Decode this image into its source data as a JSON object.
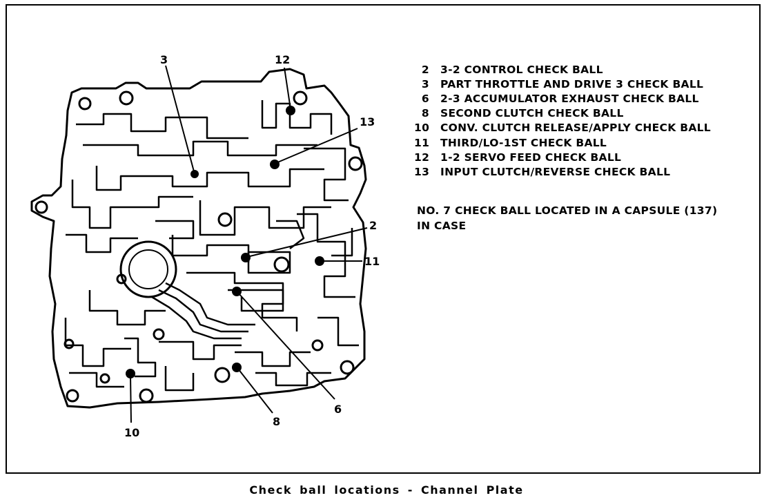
{
  "diagram": {
    "callouts": [
      {
        "id": "3",
        "label": "3"
      },
      {
        "id": "12",
        "label": "12"
      },
      {
        "id": "13",
        "label": "13"
      },
      {
        "id": "2",
        "label": "2"
      },
      {
        "id": "11",
        "label": "11"
      },
      {
        "id": "6",
        "label": "6"
      },
      {
        "id": "8",
        "label": "8"
      },
      {
        "id": "10",
        "label": "10"
      }
    ]
  },
  "legend": {
    "items": [
      {
        "num": "2",
        "text": "3-2 CONTROL CHECK BALL"
      },
      {
        "num": "3",
        "text": "PART THROTTLE AND DRIVE 3 CHECK BALL"
      },
      {
        "num": "6",
        "text": "2-3 ACCUMULATOR EXHAUST CHECK BALL"
      },
      {
        "num": "8",
        "text": "SECOND CLUTCH CHECK BALL"
      },
      {
        "num": "10",
        "text": "CONV. CLUTCH RELEASE/APPLY CHECK BALL"
      },
      {
        "num": "11",
        "text": "THIRD/LO-1ST CHECK BALL"
      },
      {
        "num": "12",
        "text": "1-2 SERVO FEED CHECK BALL"
      },
      {
        "num": "13",
        "text": "INPUT CLUTCH/REVERSE CHECK BALL"
      }
    ]
  },
  "note": {
    "line1": "NO. 7 CHECK BALL LOCATED IN A CAPSULE (137)",
    "line2": "IN CASE"
  },
  "caption": "Check ball locations - Channel Plate"
}
